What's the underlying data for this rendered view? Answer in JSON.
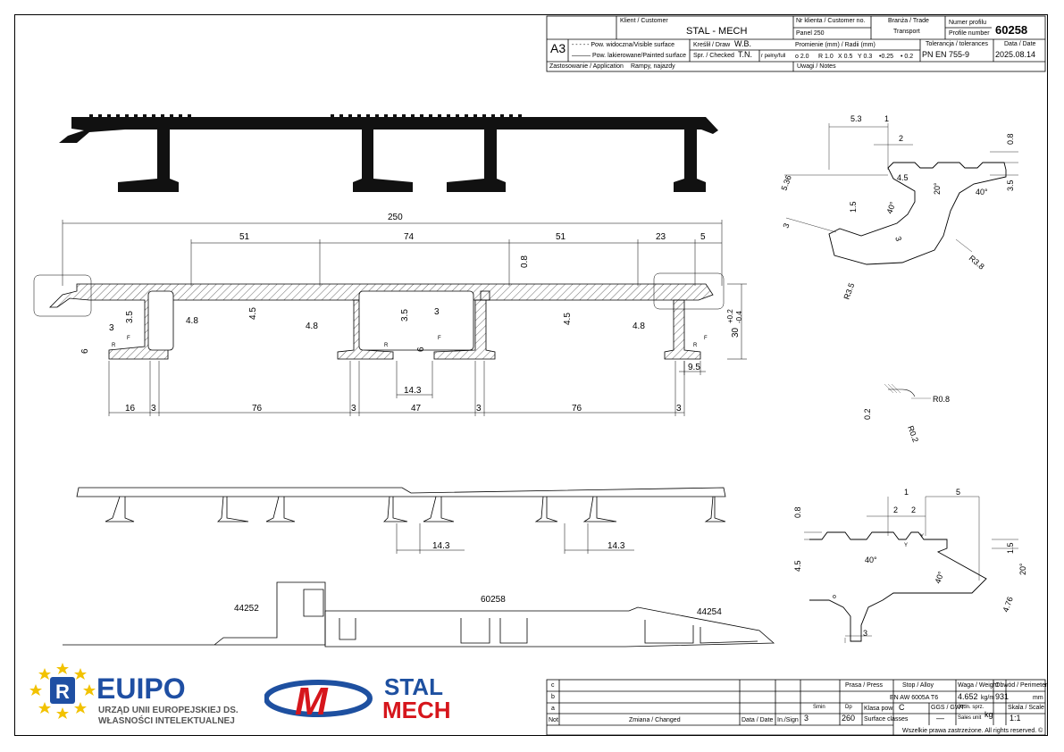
{
  "titleblock": {
    "client_label": "Klient / Customer",
    "client": "STAL - MECH",
    "customer_no_label": "Nr klienta / Customer no.",
    "customer_no": "Panel 250",
    "branch_label": "Branża / Trade",
    "branch": "Transport",
    "profile_no_label1": "Numer profilu",
    "profile_no_label2": "Profile number",
    "profile_no": "60258",
    "format": "A3",
    "visible_surface": "Pow. widoczna/Visible surface",
    "painted_surface": "Pow. lakierowane/Painted surface",
    "drawn_label": "Kreślił / Draw",
    "drawn": "W.B.",
    "checked_label": "Spr. / Checked",
    "checked": "T.N.",
    "radii_label": "Promienie (mm) / Radii (mm)",
    "radii_full": "r pełny/full",
    "r1": "o 2.0",
    "r2": "R 1.0",
    "r3": "X 0.5",
    "r4": "Y 0.3",
    "r5": "•0.25",
    "r6": "• 0.2",
    "tolerance_label": "Tolerancja / tolerances",
    "tolerance": "PN EN 755-9",
    "date_label": "Data / Date",
    "date": "2025.08.14",
    "application_label": "Zastosowanie / Application",
    "application": "Rampy, najazdy",
    "notes_label": "Uwagi / Notes"
  },
  "bottomblock": {
    "rev_rows": [
      "c",
      "b",
      "a"
    ],
    "not_label": "Not",
    "change_label": "Zmiana / Changed",
    "date_label": "Data / Date",
    "sign_label": "In./Sign",
    "press_label": "Prasa / Press",
    "alloy_label": "Stop / Alloy",
    "alloy": "EN AW 6005A T6",
    "weight_label": "Waga / Weight",
    "weight": "4.652",
    "weight_unit": "kg/m",
    "perimeter_label": "Obwód / Perimeter",
    "perimeter": "931",
    "perimeter_unit": "mm",
    "s_label": "Smin",
    "s_value": "3",
    "dp_label": "Dp",
    "dp_value": "260",
    "class_label": "Klasa pow.",
    "class_value": "C",
    "surface_classes": "Surface classes",
    "ggs_label": "GGS / GWT",
    "ggs_value": "—",
    "sales_unit_label1": "Jedn. sprz.",
    "sales_unit_label2": "Sales unit",
    "sales_unit": "kg",
    "scale_label": "Skala / Scale",
    "scale": "1:1",
    "rights": "Wszelkie prawa zastrzeżone. All rights reserved."
  },
  "logos": {
    "euipo_text": "EUIPO",
    "euipo_sub1": "URZĄD UNII EUROPEJSKIEJ DS.",
    "euipo_sub2": "WŁASNOŚCI INTELEKTUALNEJ",
    "stalmech1": "STAL",
    "stalmech2": "MECH",
    "euipo_blue": "#1f4fa3",
    "euipo_yellow": "#f2c200",
    "stalmech_red": "#d6161c",
    "stalmech_blue": "#1e50a0"
  },
  "dimensions": {
    "overall": "250",
    "d51a": "51",
    "d74": "74",
    "d51b": "51",
    "d23": "23",
    "d5": "5",
    "d08": "0.8",
    "d35a": "3.5",
    "d48a": "4.8",
    "d45a": "4.5",
    "d48b": "4.8",
    "d35b": "3.5",
    "d3a": "3",
    "d45b": "4.5",
    "d48c": "4.8",
    "d3b": "3",
    "d6a": "6",
    "d6b": "6",
    "height": "30",
    "height_tol_plus": "+0.2",
    "height_tol_minus": "-0.4",
    "d95": "9.5",
    "d143": "14.3",
    "b16": "16",
    "b3a": "3",
    "b76a": "76",
    "b3b": "3",
    "b47": "47",
    "b3c": "3",
    "b76b": "76",
    "b3d": "3",
    "j143a": "14.3",
    "j143b": "14.3",
    "asm_left": "44252",
    "asm_mid": "60258",
    "asm_right": "44254",
    "labelF": "F",
    "labelR": "R"
  },
  "detail_top": {
    "d53": "5.3",
    "d1": "1",
    "d2": "2",
    "d08": "0.8",
    "d45": "4.5",
    "d20": "20°",
    "d40a": "40°",
    "d35": "3.5",
    "d536": "5.36",
    "d15": "1.5",
    "d40b": "40°",
    "d3a": "3",
    "d3b": "3",
    "r38": "R3.8",
    "r35": "R3.5"
  },
  "detail_small": {
    "d02": "0.2",
    "r08": "R0.8",
    "r02": "R0.2"
  },
  "detail_bottom": {
    "d1": "1",
    "d5": "5",
    "d2a": "2",
    "d2b": "2",
    "d08": "0.8",
    "dY1": "Y",
    "dY2": "Y",
    "d15": "1.5",
    "d45": "4.5",
    "d40a": "40°",
    "d40b": "40°",
    "d20": "20°",
    "d476": "4.76",
    "d3": "3",
    "dO": "o"
  }
}
